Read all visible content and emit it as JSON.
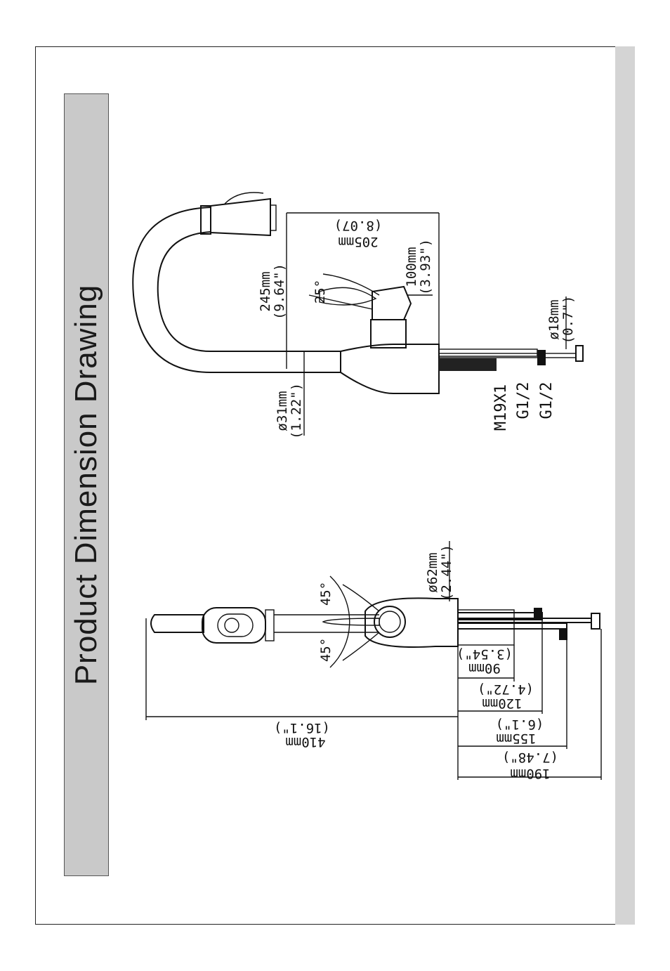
{
  "title": "Product Dimension Drawing",
  "left_view": {
    "height": "410mm",
    "height_in": "(16.1\")",
    "reach_90": "90mm",
    "reach_90_in": "(3.54\")",
    "reach_120": "120mm",
    "reach_120_in": "(4.72\")",
    "reach_155": "155mm",
    "reach_155_in": "(6.1\")",
    "reach_190": "190mm",
    "reach_190_in": "(7.48\")",
    "diameter": "ø62mm",
    "diameter_in": "(2.44\")",
    "angle_a": "45°",
    "angle_b": "45°"
  },
  "right_view": {
    "spout_reach": "205mm",
    "spout_reach_in": "(8.07)",
    "spout_height": "245mm",
    "spout_height_in": "(9.64\")",
    "handle_height": "100mm",
    "handle_height_in": "(3.93\")",
    "handle_angle": "25°",
    "hose_diameter": "ø31mm",
    "hose_diameter_in": "(1.22\")",
    "thread_1": "M19X1",
    "thread_2": "G1/2",
    "thread_3": "G1/2",
    "supply_diameter": "ø18mm",
    "supply_diameter_in": "(0.7\")"
  }
}
